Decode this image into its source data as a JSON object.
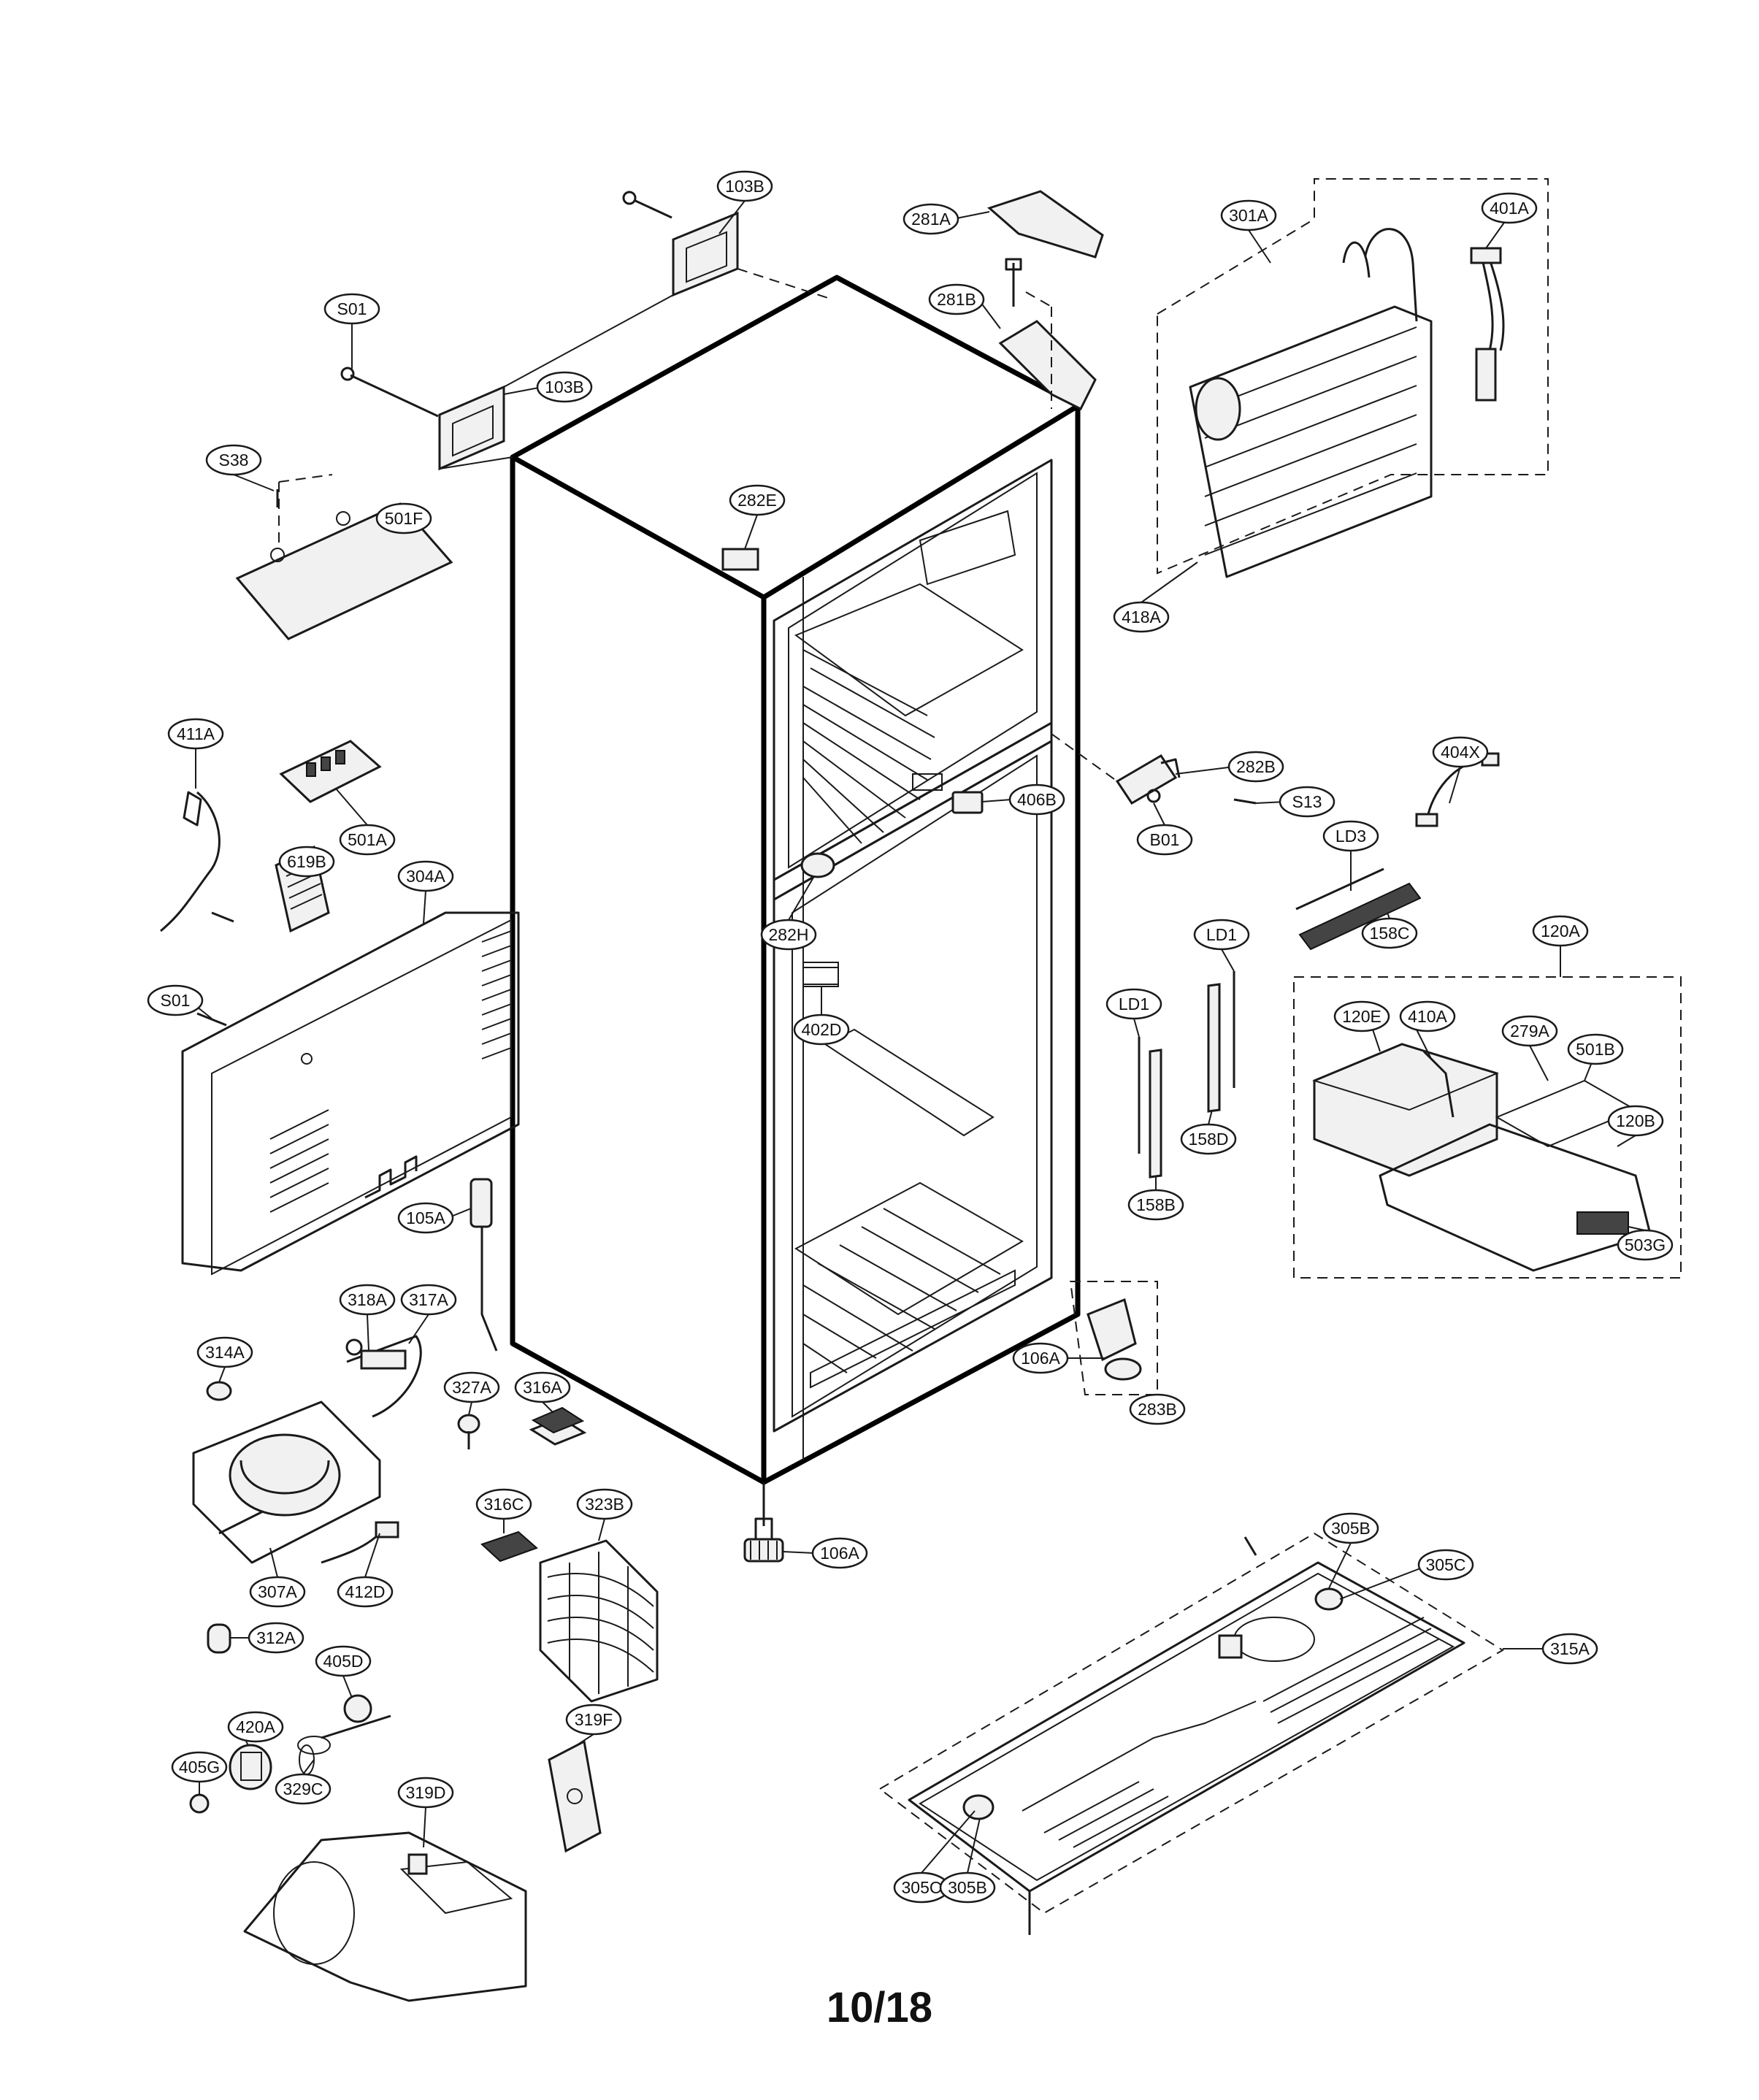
{
  "page_number": "10/18",
  "callouts": [
    {
      "id": "c-103b-top",
      "label": "103B"
    },
    {
      "id": "c-s01-top",
      "label": "S01"
    },
    {
      "id": "c-103b-mid",
      "label": "103B"
    },
    {
      "id": "c-s38",
      "label": "S38"
    },
    {
      "id": "c-501f",
      "label": "501F"
    },
    {
      "id": "c-282e",
      "label": "282E"
    },
    {
      "id": "c-281a",
      "label": "281A"
    },
    {
      "id": "c-281b",
      "label": "281B"
    },
    {
      "id": "c-301a",
      "label": "301A"
    },
    {
      "id": "c-401a",
      "label": "401A"
    },
    {
      "id": "c-418a",
      "label": "418A"
    },
    {
      "id": "c-411a",
      "label": "411A"
    },
    {
      "id": "c-501a",
      "label": "501A"
    },
    {
      "id": "c-619b",
      "label": "619B"
    },
    {
      "id": "c-304a",
      "label": "304A"
    },
    {
      "id": "c-s01-left",
      "label": "S01"
    },
    {
      "id": "c-282b",
      "label": "282B"
    },
    {
      "id": "c-s13",
      "label": "S13"
    },
    {
      "id": "c-b01",
      "label": "B01"
    },
    {
      "id": "c-406b",
      "label": "406B"
    },
    {
      "id": "c-282h",
      "label": "282H"
    },
    {
      "id": "c-402d",
      "label": "402D"
    },
    {
      "id": "c-404x",
      "label": "404X"
    },
    {
      "id": "c-ld3",
      "label": "LD3"
    },
    {
      "id": "c-158c",
      "label": "158C"
    },
    {
      "id": "c-ld1-right",
      "label": "LD1"
    },
    {
      "id": "c-ld1-left",
      "label": "LD1"
    },
    {
      "id": "c-158d",
      "label": "158D"
    },
    {
      "id": "c-158b",
      "label": "158B"
    },
    {
      "id": "c-120a",
      "label": "120A"
    },
    {
      "id": "c-120e",
      "label": "120E"
    },
    {
      "id": "c-410a",
      "label": "410A"
    },
    {
      "id": "c-279a",
      "label": "279A"
    },
    {
      "id": "c-501b",
      "label": "501B"
    },
    {
      "id": "c-120b",
      "label": "120B"
    },
    {
      "id": "c-503g",
      "label": "503G"
    },
    {
      "id": "c-105a",
      "label": "105A"
    },
    {
      "id": "c-318a",
      "label": "318A"
    },
    {
      "id": "c-317a",
      "label": "317A"
    },
    {
      "id": "c-314a",
      "label": "314A"
    },
    {
      "id": "c-327a",
      "label": "327A"
    },
    {
      "id": "c-316a",
      "label": "316A"
    },
    {
      "id": "c-106a-right",
      "label": "106A"
    },
    {
      "id": "c-283b",
      "label": "283B"
    },
    {
      "id": "c-316c",
      "label": "316C"
    },
    {
      "id": "c-323b",
      "label": "323B"
    },
    {
      "id": "c-106a-bottom",
      "label": "106A"
    },
    {
      "id": "c-307a",
      "label": "307A"
    },
    {
      "id": "c-412d",
      "label": "412D"
    },
    {
      "id": "c-312a",
      "label": "312A"
    },
    {
      "id": "c-405d",
      "label": "405D"
    },
    {
      "id": "c-420a",
      "label": "420A"
    },
    {
      "id": "c-405g",
      "label": "405G"
    },
    {
      "id": "c-329c",
      "label": "329C"
    },
    {
      "id": "c-319f",
      "label": "319F"
    },
    {
      "id": "c-319d",
      "label": "319D"
    },
    {
      "id": "c-305b-top",
      "label": "305B"
    },
    {
      "id": "c-305c-top",
      "label": "305C"
    },
    {
      "id": "c-315a",
      "label": "315A"
    },
    {
      "id": "c-305c-bottom",
      "label": "305C"
    },
    {
      "id": "c-305b-bottom",
      "label": "305B"
    }
  ]
}
